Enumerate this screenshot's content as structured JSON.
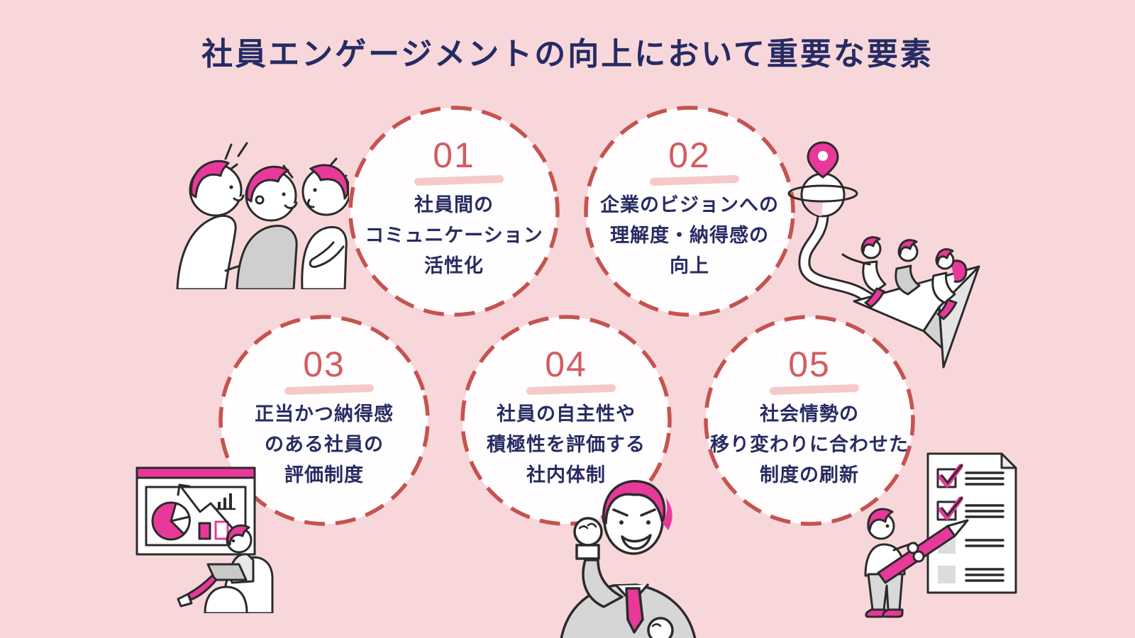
{
  "page": {
    "title": "社員エンゲージメントの向上において重要な要素"
  },
  "colors": {
    "background_color": "#f8d7da",
    "title_color": "#262b63",
    "circle_fill": "#fffdfd",
    "circle_border": "#c5534f",
    "number_color": "#d25c60",
    "number_underline": "#f3bcbd",
    "body_text": "#272c63",
    "accent_pink": "#e8399b",
    "illustration_gray": "#cfcfcf",
    "line_art": "#2b2b2b"
  },
  "factors": [
    {
      "number": "01",
      "line1": "社員間の",
      "line2": "コミュニケーション",
      "line3": "活性化"
    },
    {
      "number": "02",
      "line1": "企業のビジョンへの",
      "line2": "理解度・納得感の",
      "line3": "向上"
    },
    {
      "number": "03",
      "line1": "正当かつ納得感",
      "line2": "のある社員の",
      "line3": "評価制度"
    },
    {
      "number": "04",
      "line1": "社員の自主性や",
      "line2": "積極性を評価する",
      "line3": "社内体制"
    },
    {
      "number": "05",
      "line1": "社会情勢の",
      "line2": "移り変わりに合わせた",
      "line3": "制度の刷新"
    }
  ],
  "illustrations": [
    {
      "name": "colleagues-talking-illustration"
    },
    {
      "name": "paper-plane-vision-illustration"
    },
    {
      "name": "evaluation-charts-illustration"
    },
    {
      "name": "motivated-employee-illustration"
    },
    {
      "name": "checklist-renewal-illustration"
    }
  ]
}
